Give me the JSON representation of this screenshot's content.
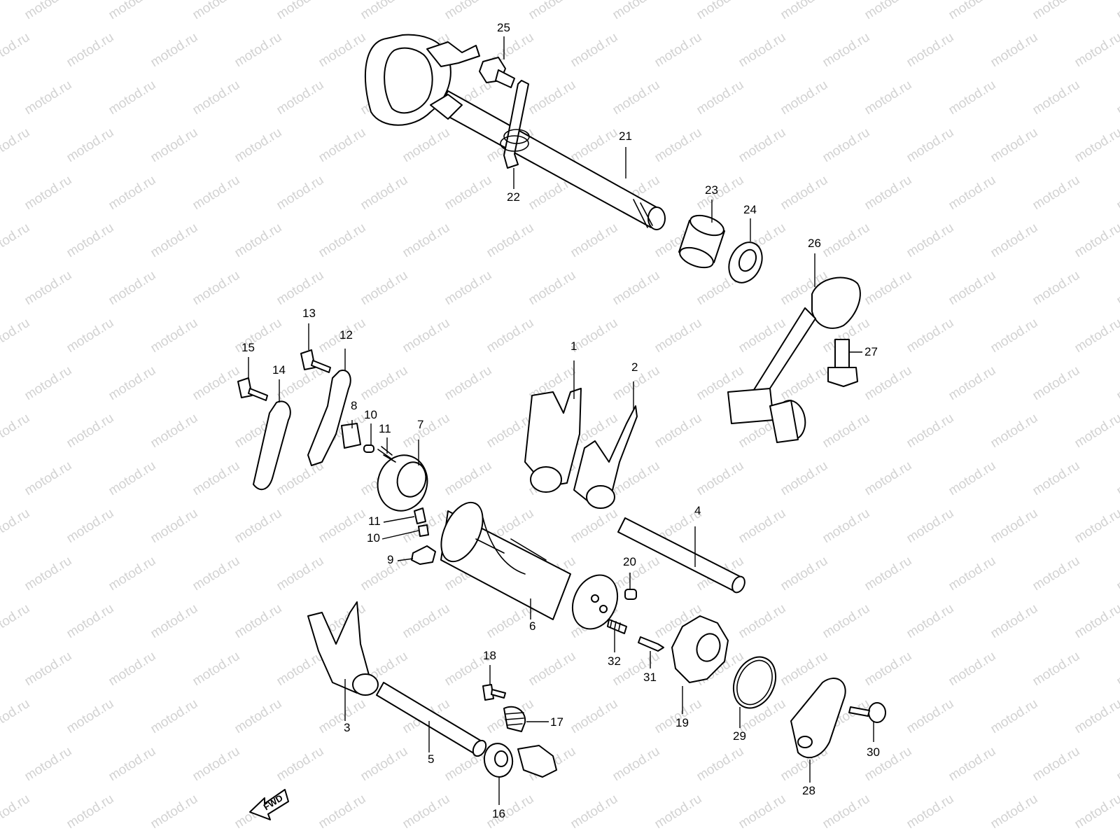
{
  "watermark": "motod.ru",
  "direction_label": "FWD",
  "parts": [
    {
      "key": "p1",
      "number": "1"
    },
    {
      "key": "p2",
      "number": "2"
    },
    {
      "key": "p3",
      "number": "3"
    },
    {
      "key": "p4",
      "number": "4"
    },
    {
      "key": "p5",
      "number": "5"
    },
    {
      "key": "p6",
      "number": "6"
    },
    {
      "key": "p7",
      "number": "7"
    },
    {
      "key": "p8",
      "number": "8"
    },
    {
      "key": "p9",
      "number": "9"
    },
    {
      "key": "p10a",
      "number": "10"
    },
    {
      "key": "p10b",
      "number": "10"
    },
    {
      "key": "p11a",
      "number": "11"
    },
    {
      "key": "p11b",
      "number": "11"
    },
    {
      "key": "p12",
      "number": "12"
    },
    {
      "key": "p13",
      "number": "13"
    },
    {
      "key": "p14",
      "number": "14"
    },
    {
      "key": "p15",
      "number": "15"
    },
    {
      "key": "p16",
      "number": "16"
    },
    {
      "key": "p17",
      "number": "17"
    },
    {
      "key": "p18",
      "number": "18"
    },
    {
      "key": "p19",
      "number": "19"
    },
    {
      "key": "p20",
      "number": "20"
    },
    {
      "key": "p21",
      "number": "21"
    },
    {
      "key": "p22",
      "number": "22"
    },
    {
      "key": "p23",
      "number": "23"
    },
    {
      "key": "p24",
      "number": "24"
    },
    {
      "key": "p25",
      "number": "25"
    },
    {
      "key": "p26",
      "number": "26"
    },
    {
      "key": "p27",
      "number": "27"
    },
    {
      "key": "p28",
      "number": "28"
    },
    {
      "key": "p29",
      "number": "29"
    },
    {
      "key": "p30",
      "number": "30"
    },
    {
      "key": "p31",
      "number": "31"
    },
    {
      "key": "p32",
      "number": "32"
    }
  ]
}
